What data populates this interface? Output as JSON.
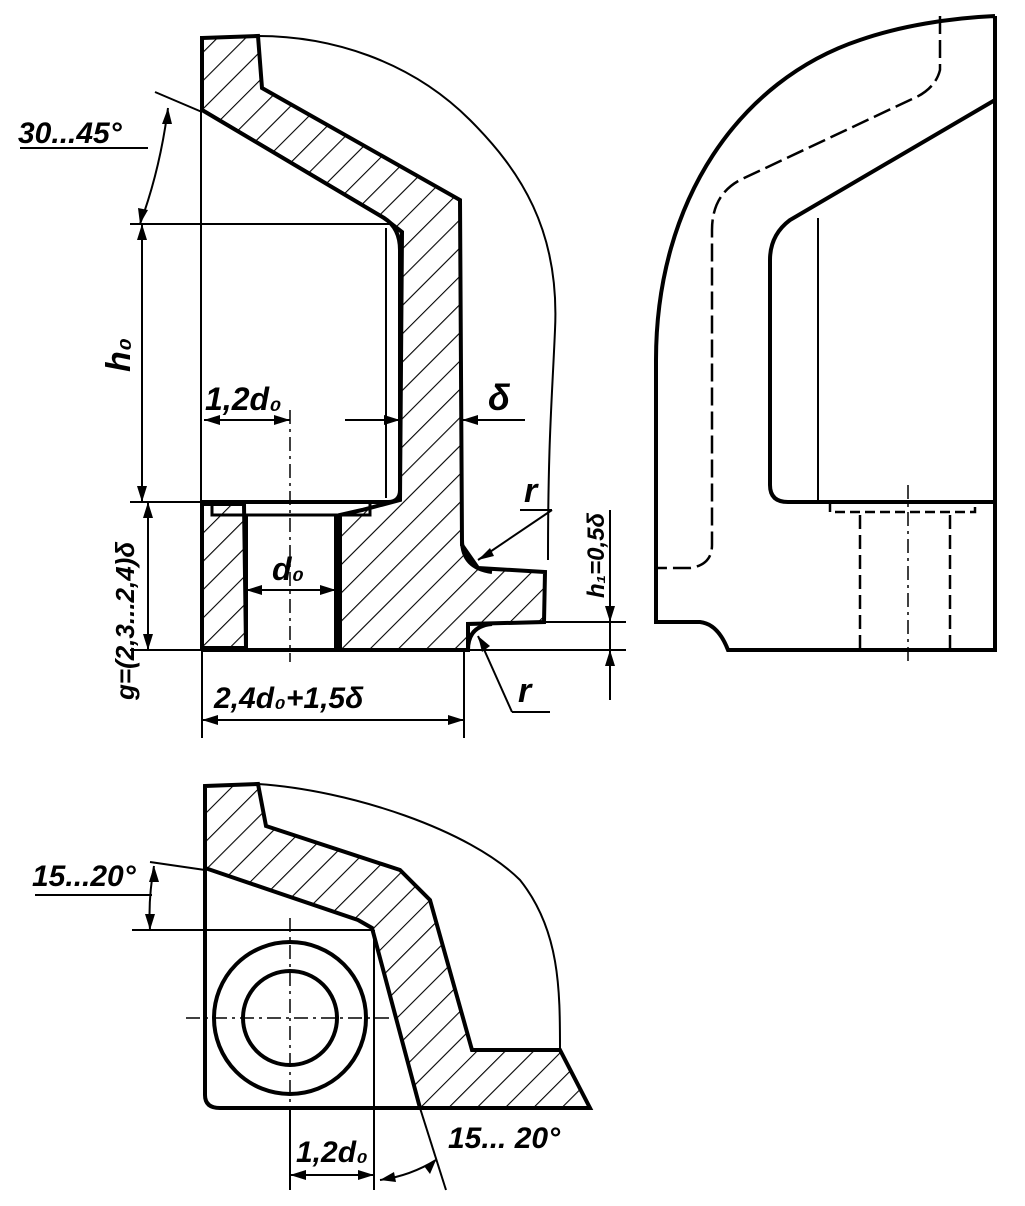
{
  "colors": {
    "ink": "#000000",
    "paper": "#ffffff"
  },
  "labels": {
    "angle_top": "30...45°",
    "h0": "h₀",
    "bore_offset_top": "1,2d₀",
    "delta": "δ",
    "g": "g=(2,3...2,4)δ",
    "d0": "d₀",
    "base_width": "2,4d₀+1,5δ",
    "r_upper": "r",
    "r_lower": "r",
    "h1": "h₁=0,5δ",
    "angle_plan_top": "15...20°",
    "bore_offset_plan": "1,2d₀",
    "angle_plan_bottom": "15... 20°"
  }
}
